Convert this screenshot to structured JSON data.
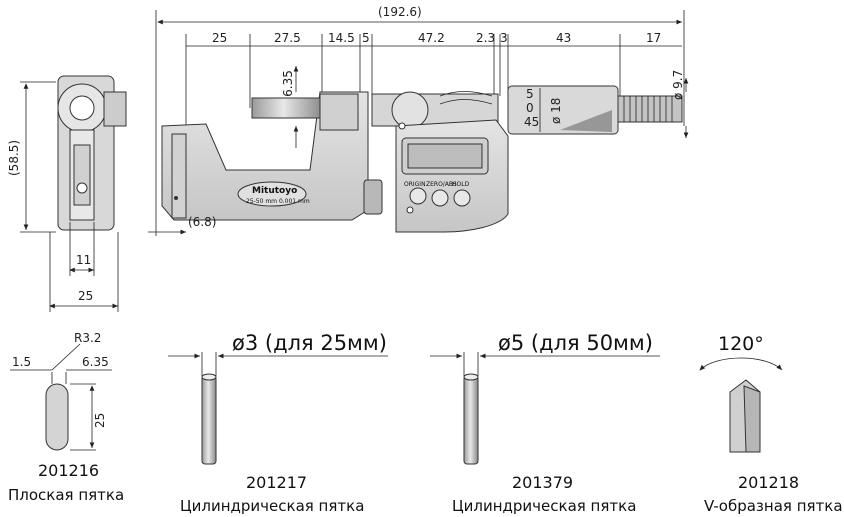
{
  "dimensions": {
    "overall": "(192.6)",
    "d25": "25",
    "d27_5": "27.5",
    "d14_5": "14.5",
    "d5": "5",
    "d47_2": "47.2",
    "d2_3": "2.3",
    "d3": "3",
    "d43": "43",
    "d17": "17",
    "d6_35": "ø 6.35",
    "d9_7": "ø 9.7",
    "d18": "ø 18",
    "d6_8": "(6.8)",
    "side_height": "(58.5)",
    "side_11": "11",
    "side_25": "25"
  },
  "thimble_marks": [
    "5",
    "0",
    "45"
  ],
  "brand": "Mitutoyo",
  "brand_range": "25-50 mm 0.001 mm",
  "display_buttons": [
    "ORIGIN",
    "ZERO/ABS",
    "HOLD"
  ],
  "anvils": [
    {
      "code": "201216",
      "name": "Плоская пятка",
      "dims": {
        "r": "R3.2",
        "a": "1.5",
        "b": "6.35",
        "h": "25"
      }
    },
    {
      "code": "201217",
      "name": "Цилиндрическая пятка",
      "size_label": "ø3 (для 25мм)"
    },
    {
      "code": "201379",
      "name": "Цилиндрическая пятка",
      "size_label": "ø5 (для 50мм)"
    },
    {
      "code": "201218",
      "name": "V-образная пятка",
      "angle": "120°"
    }
  ]
}
